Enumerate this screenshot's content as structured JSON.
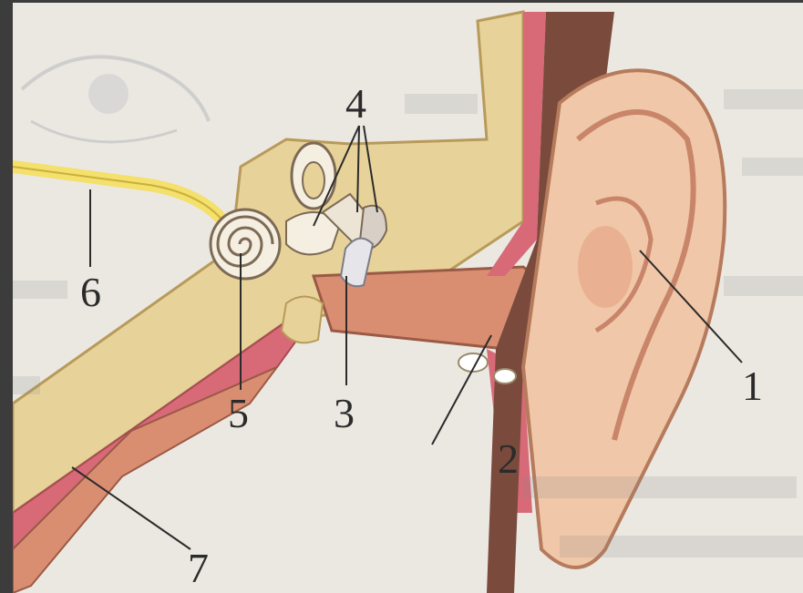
{
  "diagram": {
    "labels": [
      {
        "id": "1",
        "text": "1"
      },
      {
        "id": "2",
        "text": "2"
      },
      {
        "id": "3",
        "text": "3"
      },
      {
        "id": "4",
        "text": "4"
      },
      {
        "id": "5",
        "text": "5"
      },
      {
        "id": "6",
        "text": "6"
      },
      {
        "id": "7",
        "text": "7"
      }
    ]
  },
  "colors": {
    "bone": "#e8d39a",
    "flesh": "#d98e72",
    "skin": "#f0c7a8",
    "pink": "#d86a78",
    "nerve": "#f4e06a",
    "dark": "#7a4a3c"
  }
}
